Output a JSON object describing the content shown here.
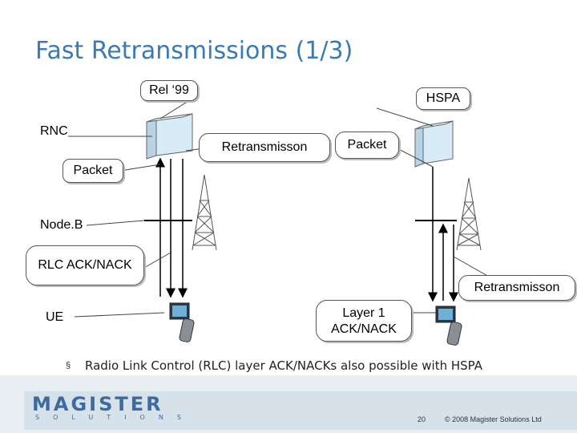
{
  "slide": {
    "title": "Fast Retransmissions (1/3)",
    "labels": {
      "rel99": "Rel ‘99",
      "hspa": "HSPA",
      "rnc": "RNC",
      "retransmission_left": "Retransmisson",
      "packet_right": "Packet",
      "packet_left": "Packet",
      "nodeb": "Node.B",
      "rlc_ack": "RLC ACK/NACK",
      "retransmission_right": "Retransmisson",
      "ue": "UE",
      "layer1_line1": "Layer 1",
      "layer1_line2": "ACK/NACK"
    },
    "bullet": {
      "marker": "§",
      "text": "Radio Link Control (RLC) layer ACK/NACKs also possible with HSPA"
    }
  },
  "footer": {
    "logo": "MAGISTER",
    "logo_sub": "SOLUTIONS",
    "page_number": "20",
    "copyright": "© 2008 Magister Solutions Ltd"
  },
  "colors": {
    "title": "#3a7ab5",
    "device_fill": "#d8ecf8",
    "footer_bg": "#e8eef2",
    "logo": "#3d6aa0"
  }
}
